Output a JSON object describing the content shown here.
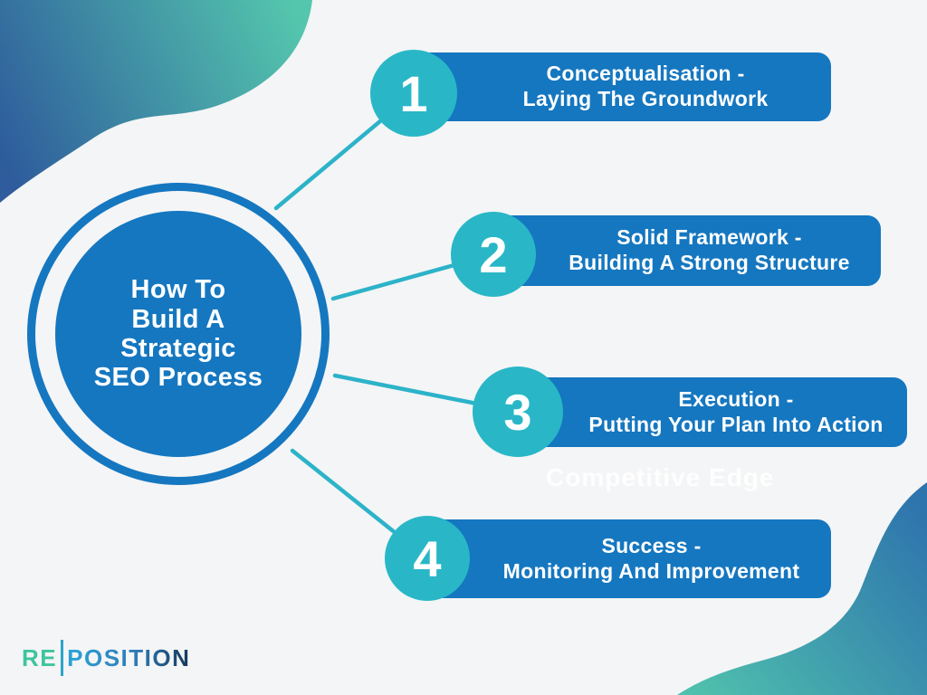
{
  "title": "How To Build A Strategic SEO Process Infographic",
  "background": {
    "base_color": "#f4f5f6",
    "blob_top_left_gradient": [
      "#2e5c9c",
      "#54c6ad"
    ],
    "blob_bottom_right_gradient": [
      "#4fc0ad",
      "#2e74ad"
    ]
  },
  "center": {
    "fill_color": "#1577c0",
    "lines": [
      "How To",
      "Build A",
      "Strategic",
      "SEO Process"
    ]
  },
  "steps": [
    {
      "number": "1",
      "line1": "Conceptualisation -",
      "line2": "Laying The Groundwork"
    },
    {
      "number": "2",
      "line1": "Solid Framework -",
      "line2": "Building A Strong Structure"
    },
    {
      "number": "3",
      "line1": "Execution -",
      "line2": "Putting Your Plan Into Action"
    },
    {
      "number": "4",
      "line1": "Success -",
      "line2": "Monitoring And Improvement"
    }
  ],
  "badge_color": "#29b7c7",
  "bar_color": "#1577c0",
  "connector_color": "#2cb3c9",
  "watermark": {
    "text": "Competitive Edge"
  },
  "logo": {
    "prefix": "RE",
    "suffix": "POSITION"
  }
}
